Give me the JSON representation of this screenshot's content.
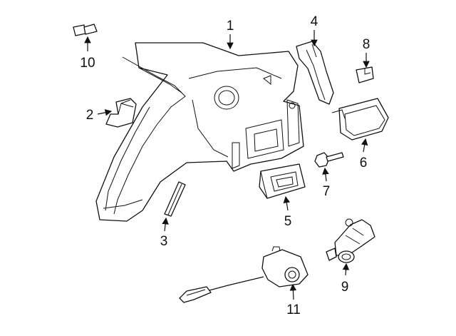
{
  "diagram": {
    "callouts": [
      {
        "id": "callout-1",
        "number": "1"
      },
      {
        "id": "callout-2",
        "number": "2"
      },
      {
        "id": "callout-3",
        "number": "3"
      },
      {
        "id": "callout-4",
        "number": "4"
      },
      {
        "id": "callout-5",
        "number": "5"
      },
      {
        "id": "callout-6",
        "number": "6"
      },
      {
        "id": "callout-7",
        "number": "7"
      },
      {
        "id": "callout-8",
        "number": "8"
      },
      {
        "id": "callout-9",
        "number": "9"
      },
      {
        "id": "callout-10",
        "number": "10"
      },
      {
        "id": "callout-11",
        "number": "11"
      }
    ]
  }
}
